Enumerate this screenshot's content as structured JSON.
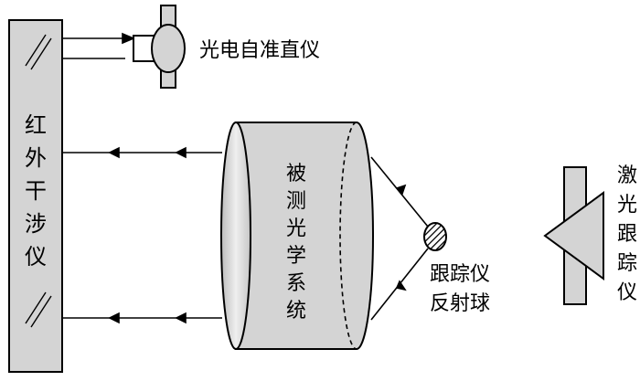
{
  "labels": {
    "autocollimator": "光电自准直仪",
    "interferometer": "红外干涉仪",
    "optical_system": "被测光学系统",
    "reflector_line1": "跟踪仪",
    "reflector_line2": "反射球",
    "laser_tracker": "激光跟踪仪"
  },
  "colors": {
    "stroke": "#000000",
    "component_fill": "#d4d4d4",
    "background": "#ffffff"
  },
  "icons": {
    "reflector_pattern": "diagonal-hatch"
  }
}
